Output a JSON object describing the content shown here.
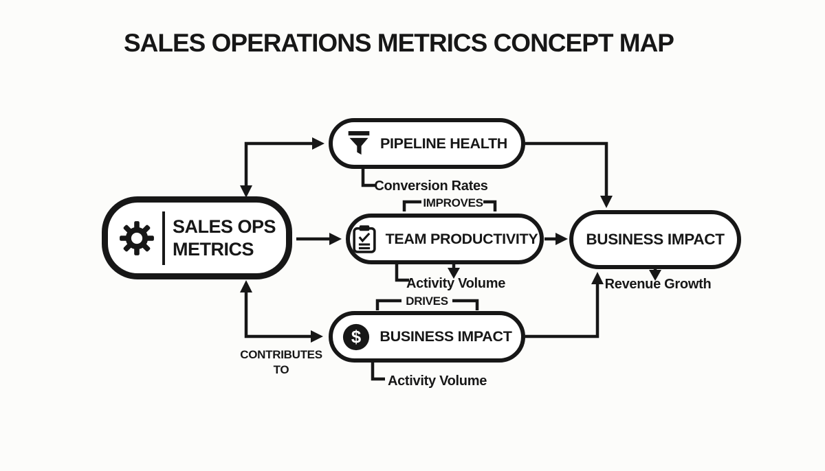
{
  "title": "SALES OPERATIONS METRICS CONCEPT MAP",
  "colors": {
    "ink": "#171717",
    "background": "#fcfcfa"
  },
  "icons": {
    "dollar_glyph": "$"
  },
  "nodes": {
    "sales_ops": {
      "line1": "SALES OPS",
      "line2": "METRICS"
    },
    "pipeline_health": {
      "label": "PIPELINE HEALTH"
    },
    "team_productivity": {
      "label": "TEAM PRODUCTIVITY"
    },
    "business_impact_mid": {
      "label": "BUSINESS IMPACT"
    },
    "business_impact_right": {
      "label": "BUSINESS IMPACT"
    }
  },
  "labels": {
    "conversion_rates": "Conversion Rates",
    "improves": "IMPROVES",
    "activity_volume_mid": "Activity Volume",
    "drives": "DRIVES",
    "activity_volume_bottom": "Activity Volume",
    "contributes_line1": "CONTRIBUTES",
    "contributes_line2": "TO",
    "revenue_growth": "Revenue Growth"
  }
}
